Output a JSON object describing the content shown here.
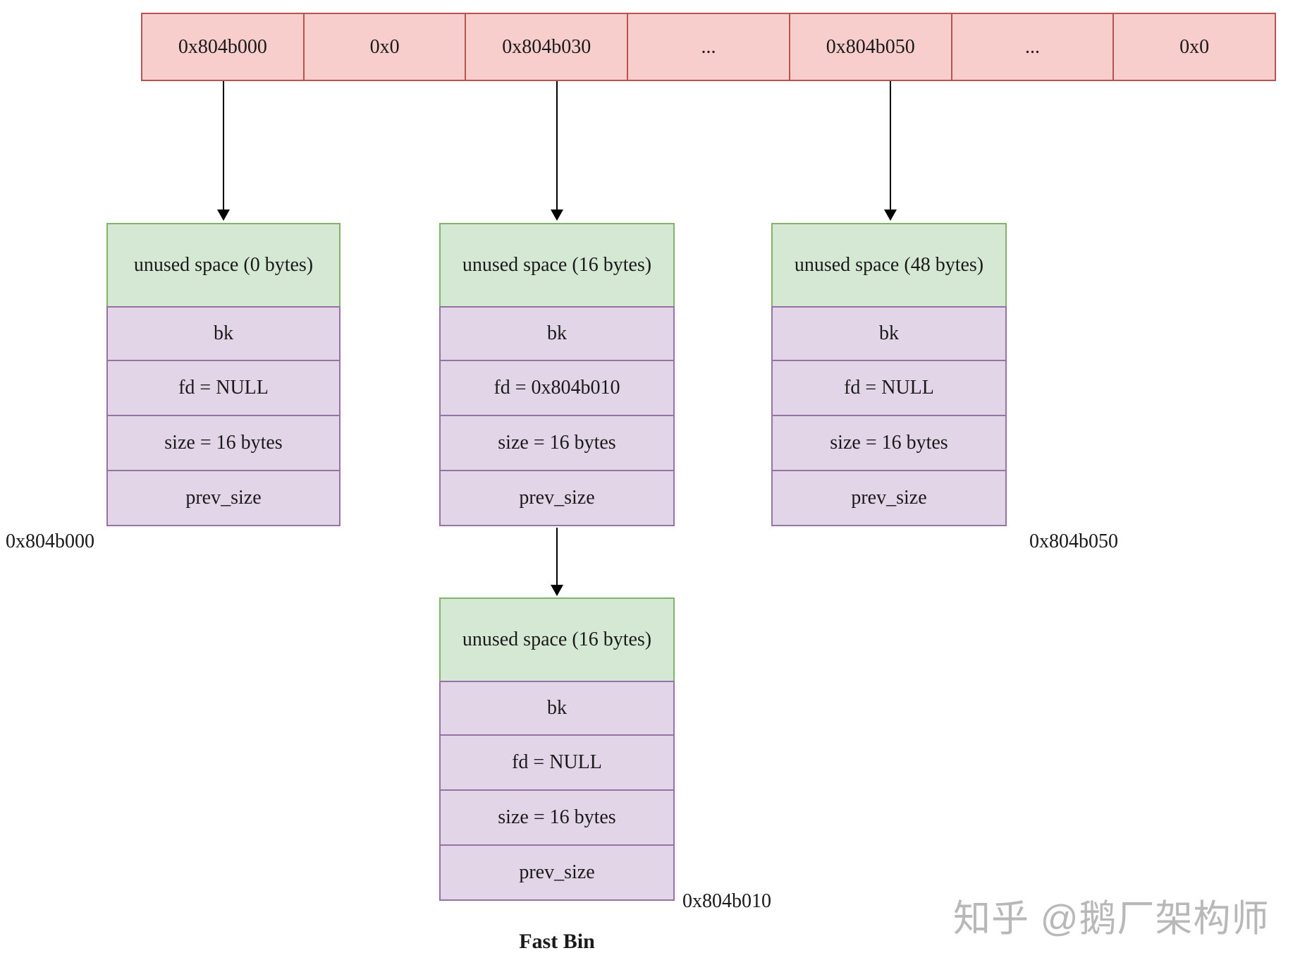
{
  "array": {
    "cells": [
      "0x804b000",
      "0x0",
      "0x804b030",
      "...",
      "0x804b050",
      "...",
      "0x0"
    ]
  },
  "chunks": [
    {
      "header": "unused space (0 bytes)",
      "rows": [
        "bk",
        "fd = NULL",
        "size = 16 bytes",
        "prev_size"
      ],
      "label": "0x804b000"
    },
    {
      "header": "unused space (16 bytes)",
      "rows": [
        "bk",
        "fd = 0x804b010",
        "size = 16 bytes",
        "prev_size"
      ],
      "label": ""
    },
    {
      "header": "unused space (48 bytes)",
      "rows": [
        "bk",
        "fd = NULL",
        "size = 16 bytes",
        "prev_size"
      ],
      "label": "0x804b050"
    },
    {
      "header": "unused space (16 bytes)",
      "rows": [
        "bk",
        "fd = NULL",
        "size = 16 bytes",
        "prev_size"
      ],
      "label": "0x804b010"
    }
  ],
  "title": "Fast Bin",
  "watermark": "知乎 @鹅厂架构师",
  "colors": {
    "pink-fill": "#f8cecc",
    "pink-stroke": "#b85450",
    "green-fill": "#d5e8d4",
    "green-stroke": "#82b366",
    "purple-fill": "#e1d5e7",
    "purple-stroke": "#9673a6",
    "text": "#1a1a1a",
    "arrow": "#000000",
    "watermark": "#b3b3b3"
  }
}
